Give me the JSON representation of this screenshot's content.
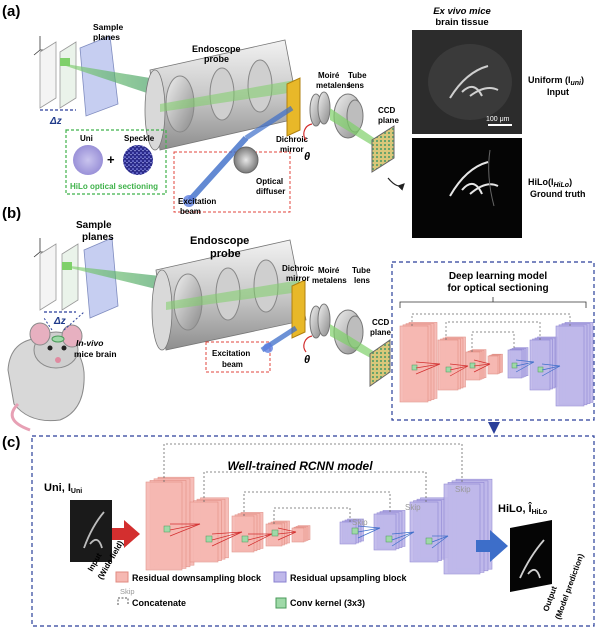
{
  "panels": {
    "a": "(a)",
    "b": "(b)",
    "c": "(c)"
  },
  "panel_a": {
    "sample_planes": [
      "Sample",
      "planes"
    ],
    "dz": "Δz",
    "endoscope": [
      "Endoscope",
      "probe"
    ],
    "dichroic": [
      "Dichroic",
      "mirror"
    ],
    "moire": [
      "Moiré",
      "metalens"
    ],
    "theta": "θ",
    "tube_lens": [
      "Tube",
      "lens"
    ],
    "ccd": [
      "CCD",
      "plane"
    ],
    "uni": "Uni",
    "speckle": "Speckle",
    "plus": "+",
    "hilo_section": "HiLo optical sectioning",
    "optical_diffuser": [
      "Optical",
      "diffuser"
    ],
    "excitation": [
      "Excitation",
      "beam"
    ],
    "exvivo_title": [
      "Ex vivo mice",
      "brain tissue"
    ],
    "uniform_label": [
      "Uniform (I",
      "uni",
      ")",
      "Input"
    ],
    "hilo_label": [
      "HiLo(I",
      "HiLo",
      ")",
      "Ground truth"
    ],
    "scalebar": "100 μm"
  },
  "panel_b": {
    "sample_planes": [
      "Sample",
      "planes"
    ],
    "dz": "Δz",
    "endoscope": [
      "Endoscope",
      "probe"
    ],
    "dichroic": [
      "Dichroic",
      "mirror"
    ],
    "moire": [
      "Moiré",
      "metalens"
    ],
    "theta": "θ",
    "tube_lens": [
      "Tube",
      "lens"
    ],
    "ccd": [
      "CCD",
      "plane"
    ],
    "excitation": [
      "Excitation",
      "beam"
    ],
    "invivo": [
      "In-vivo",
      "mice brain"
    ],
    "dl_title": [
      "Deep learning model",
      "for optical sectioning"
    ]
  },
  "panel_c": {
    "title": "Well-trained  RCNN model",
    "uni_label": "Uni, I",
    "uni_sub": "Uni",
    "input_label": [
      "Input",
      "(Wide field)"
    ],
    "hilo_label": "HiLo, Î",
    "hilo_sub": "HiLo",
    "output_label": [
      "Output",
      "(Model prediction)"
    ],
    "skip": "Skip",
    "legend": {
      "down": "Residual downsampling block",
      "up": "Residual upsampling block",
      "concat": "Concatenate",
      "skip": "Skip",
      "conv": "Conv kernel (3x3)"
    }
  },
  "colors": {
    "down_block": "#f6b8b2",
    "up_block": "#bfb8ea",
    "conv_kernel": "#9fd9a8",
    "dashed_blue": "#2a3f9a",
    "dashed_red": "#e0453c",
    "dashed_green": "#3fb24a",
    "arrow_red": "#d32f2f",
    "arrow_blue": "#3d6ec9"
  }
}
